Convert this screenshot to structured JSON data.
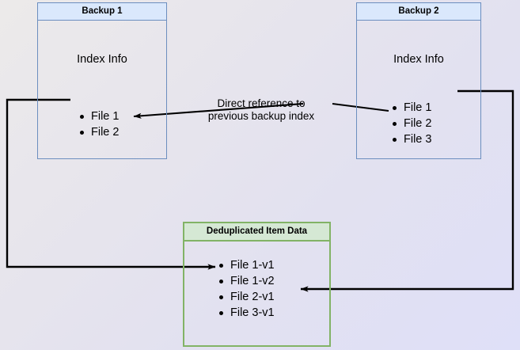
{
  "diagram": {
    "title": "Backup deduplication index reference diagram",
    "background": {
      "from_color": "#eceaea",
      "to_color": "#dfe0f8"
    },
    "palette": {
      "blue_border": "#6c8ebf",
      "blue_fill": "#dae8fc",
      "green_border": "#82b366",
      "green_fill": "#d5e8d4",
      "edge_color": "#000000"
    },
    "nodes": {
      "backup1": {
        "header": "Backup 1",
        "subtitle": "Index Info",
        "items": [
          "File 1",
          "File 2"
        ]
      },
      "backup2": {
        "header": "Backup 2",
        "subtitle": "Index Info",
        "items": [
          "File 1",
          "File 2",
          "File 3"
        ]
      },
      "dedup": {
        "header": "Deduplicated Item Data",
        "items": [
          "File 1-v1",
          "File 1-v2",
          "File 2-v1",
          "File 3-v1"
        ]
      }
    },
    "labels": {
      "direct_reference_line1": "Direct reference to",
      "direct_reference_line2": "previous backup index"
    }
  }
}
